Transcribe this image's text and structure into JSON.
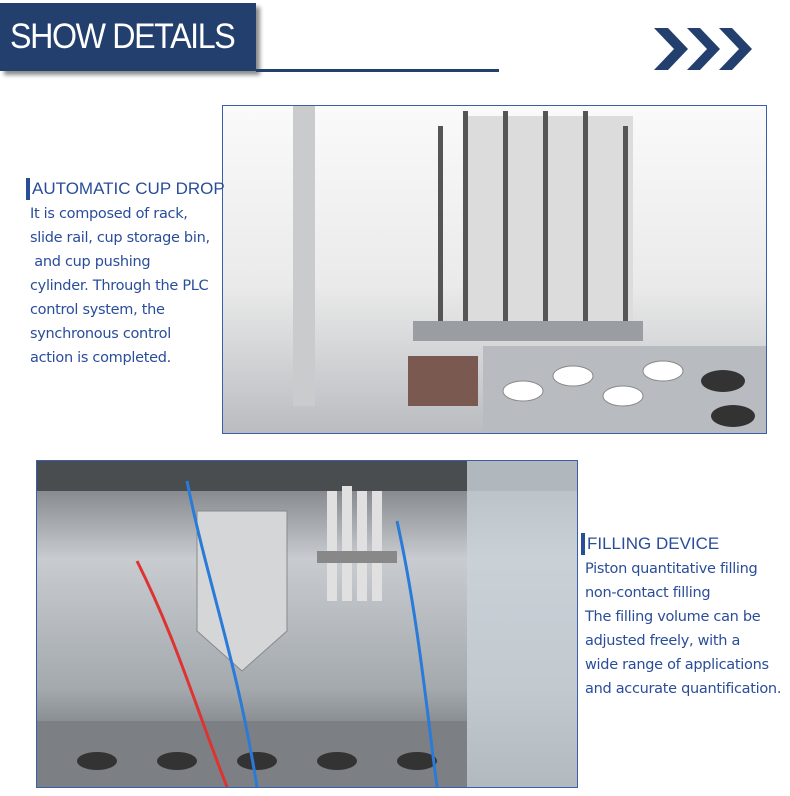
{
  "header": {
    "title": "SHOW DETAILS",
    "accent": "#233f6e"
  },
  "sections": [
    {
      "title": "AUTOMATIC CUP DROP",
      "lines": [
        "It is composed of rack,",
        "slide rail, cup storage bin,",
        " and cup pushing",
        "cylinder. Through the PLC",
        "control system, the",
        "synchronous control",
        "action is completed."
      ]
    },
    {
      "title": "FILLING DEVICE",
      "lines": [
        "Piston quantitative filling",
        "non-contact filling",
        "The filling volume can be",
        "adjusted freely, with a",
        "wide range of applications",
        "and accurate quantification."
      ]
    }
  ],
  "text_color": "#2a4d9a"
}
